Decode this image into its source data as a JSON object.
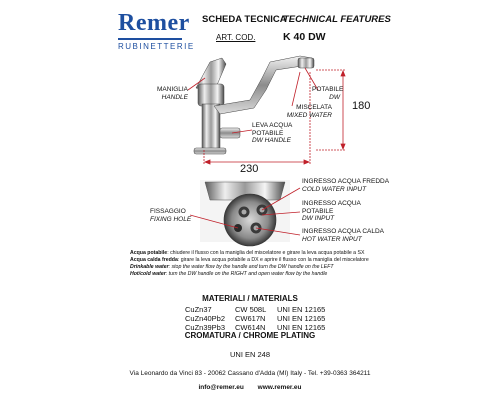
{
  "brand": {
    "name": "Remer",
    "subtitle": "RUBINETTERIE"
  },
  "header": {
    "title_it": "SCHEDA TECNICA",
    "title_en": "TECHNICAL FEATURES",
    "art_label": "ART. COD.",
    "art_code": "K 40 DW"
  },
  "labels": {
    "handle_it": "MANIGLIA",
    "handle_en": "HANDLE",
    "potable_it": "POTABILE",
    "potable_en": "DW",
    "mixed_it": "MISCELATA",
    "mixed_en": "MIXED WATER",
    "lever_it1": "LEVA ACQUA",
    "lever_it2": "POTABILE",
    "lever_en": "DW HANDLE",
    "cold_it": "INGRESSO ACQUA FREDDA",
    "cold_en": "COLD WATER INPUT",
    "dw_in_it1": "INGRESSO ACQUA",
    "dw_in_it2": "POTABILE",
    "dw_in_en": "DW INPUT",
    "hot_it": "INGRESSO ACQUA CALDA",
    "hot_en": "HOT WATER INPUT",
    "fix_it": "FISSAGGIO",
    "fix_en": "FIXING HOLE"
  },
  "dimensions": {
    "height": "180",
    "width": "230"
  },
  "notes": {
    "n1_b": "Acqua potabile",
    "n1": ": chiudere il flusso con la maniglia del miscelatore e girare la leva acqua potabile a SX",
    "n2_b": "Acqua calda fredda",
    "n2": ": girare la leva acqua potabile a DX e aprire il flusso con la maniglia del miscelatore",
    "n3_b": "Drinkable water",
    "n3": ": stop the water flow by the handle and turn the DW handle on the LEFT",
    "n4_b": "Hot/cold water",
    "n4": ": turn the DW handle on the RIGHT and open water flow by the handle"
  },
  "materials": {
    "title": "MATERIALI / MATERIALS",
    "rows": [
      {
        "alloy": "CuZn37",
        "code": "CW 508L",
        "std": "UNI EN 12165"
      },
      {
        "alloy": "CuZn40Pb2",
        "code": "CW617N",
        "std": "UNI EN 12165"
      },
      {
        "alloy": "CuZn39Pb3",
        "code": "CW614N",
        "std": "UNI EN 12165"
      }
    ],
    "plating": "CROMATURA / CHROME PLATING",
    "standard": "UNI EN 248"
  },
  "footer": {
    "address": "Via Leonardo da Vinci 83 - 20062 Cassano d'Adda (MI) Italy - Tel. +39-0363 364211",
    "email": "info@remer.eu",
    "website": "www.remer.eu"
  },
  "colors": {
    "brand_blue": "#1e4fa0",
    "leader_red": "#c0202a"
  }
}
